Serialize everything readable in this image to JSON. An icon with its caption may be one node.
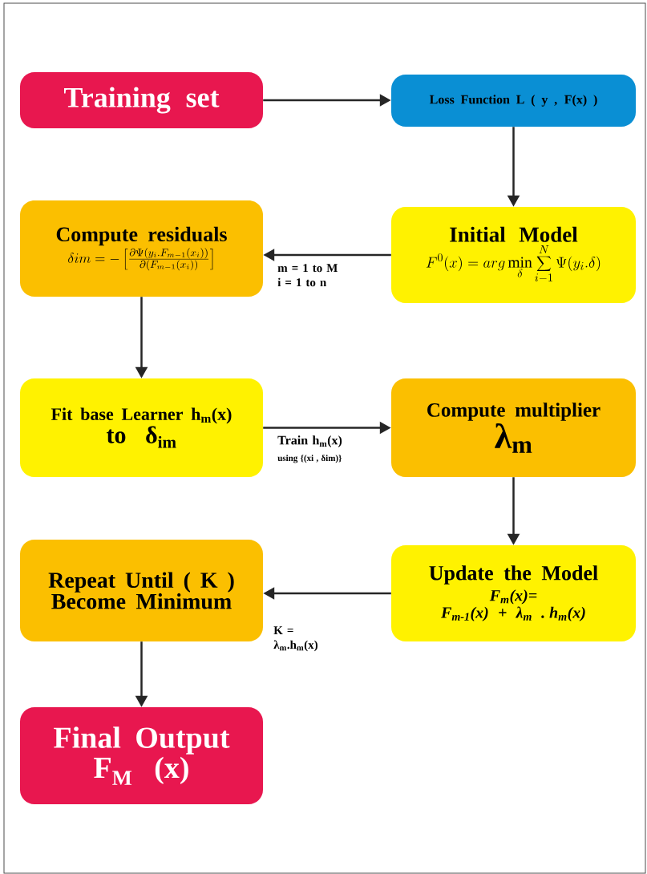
{
  "diagram": {
    "nodes": [
      {
        "text": [
          "Training set"
        ]
      },
      {
        "text": [
          "Loss Function L ( y , F(x) )"
        ]
      },
      {
        "text": [
          "Initial Model",
          "F^0(x) = arg\\min_\\delta \\sum_{i-1}^{N} \\Psi(y_i.\\delta)"
        ]
      },
      {
        "text": [
          "Compute residuals",
          "\\delta im = -\\left[\\frac{\\partial\\Psi\\left(y_i.F_{m-1}(x_i)\\right)}{\\partial\\left(F_{m-1}(x_i)\\right)}\\right]"
        ]
      },
      {
        "text": [
          "Fit base Learner h$_{m}$(x)",
          "to δ$_{im}$"
        ]
      },
      {
        "text": [
          "Compute multiplier",
          "λ$_{m}$"
        ]
      },
      {
        "text": [
          "Update the Model",
          "F$_{m}$(x)=",
          "F$_{m-1}$(x) + λ$_{m}$ . h$_{m}$(x)"
        ]
      },
      {
        "text": [
          "Repeat Until ( K ) Become Minimum"
        ]
      },
      {
        "text": [
          "Final Output",
          "F$_{M}$ (x)"
        ]
      }
    ],
    "edges": [
      {
        "from": 0,
        "to": 1,
        "arrow": "to"
      },
      {
        "from": 1,
        "to": 2,
        "arrow": "to"
      },
      {
        "from": 2,
        "to": 3,
        "arrow": "to",
        "label": "m = 1 to M i = 1 to n"
      },
      {
        "from": 3,
        "to": 4,
        "arrow": "to"
      },
      {
        "from": 4,
        "to": 5,
        "arrow": "to",
        "label": "Train h$_{m}$(x)"
      },
      {
        "from": 5,
        "to": 6,
        "arrow": "to"
      },
      {
        "from": 6,
        "to": 7,
        "arrow": "to",
        "label": "K = λ$_{m}$.h$_{m}$(x)"
      },
      {
        "from": 7,
        "to": 8,
        "arrow": "to"
      }
    ],
    "labels": [
      "using {(xi , δim)}"
    ]
  }
}
